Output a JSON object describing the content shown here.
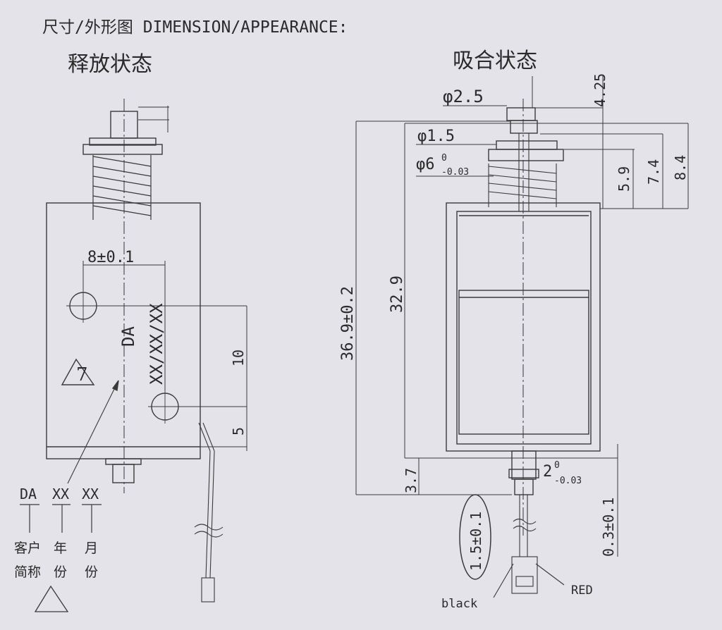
{
  "header": {
    "title": "尺寸/外形图 DIMENSION/APPEARANCE:"
  },
  "views": {
    "released": {
      "label": "释放状态"
    },
    "attracted": {
      "label": "吸合状态"
    }
  },
  "released_dims": {
    "width": "8±0.1",
    "marking_code": "DA",
    "marking_date": "XX/XX/XX",
    "hole_spacing": "10",
    "hole_offset": "5",
    "note_symbol": "7"
  },
  "legend": {
    "items": [
      {
        "code": "DA",
        "desc_1": "客户",
        "desc_2": "简称"
      },
      {
        "code": "XX",
        "desc_1": "年",
        "desc_2": "份"
      },
      {
        "code": "XX",
        "desc_1": "月",
        "desc_2": "份"
      }
    ]
  },
  "attracted_dims": {
    "head_dia": "φ2.5",
    "shaft_dia": "φ1.5",
    "flange_dia_main": "φ6",
    "flange_dia_tol_upper": "0",
    "flange_dia_tol_lower": "-0.03",
    "head_height": "4.25",
    "dim_5_9": "5.9",
    "dim_7_4": "7.4",
    "dim_8_4": "8.4",
    "total_length": "36.9±0.2",
    "body_length": "32.9",
    "bottom_length": "3.7",
    "pin_dia_main": "2",
    "pin_dia_tol_upper": "0",
    "pin_dia_tol_lower": "-0.03",
    "pin_gap": "0.3±0.1",
    "lead_length": "1.5±0.1",
    "wire_black": "black",
    "wire_red": "RED"
  }
}
